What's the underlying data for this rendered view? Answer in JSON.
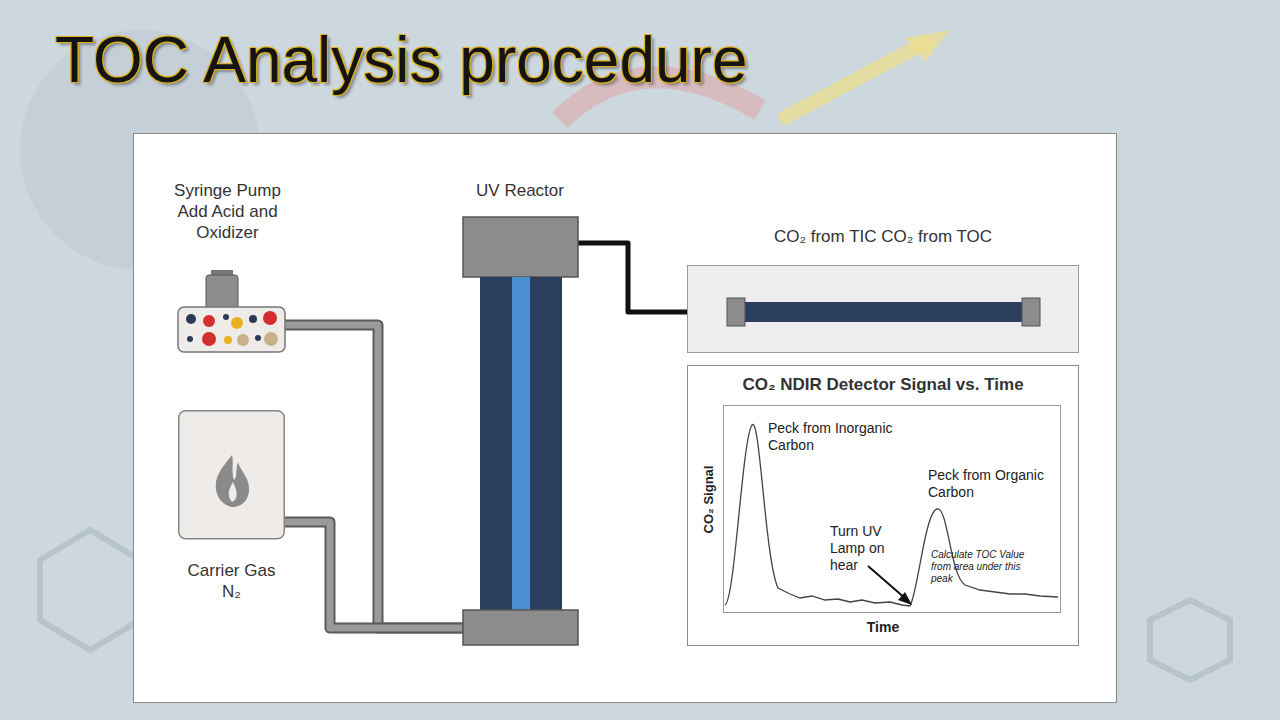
{
  "diagram": {
    "title": "TOC Analysis procedure",
    "nodes": [
      {
        "text": [
          "Syringe Pump Add Acid and Oxidizer"
        ]
      },
      {
        "text": [
          "Carrier Gas N₂"
        ]
      },
      {
        "text": [
          "UV Reactor"
        ]
      },
      {
        "text": [
          "CO₂ from TIC CO₂ from TOC"
        ]
      },
      {
        "text": [
          "CO₂ NDIR Detector Signal vs. Time"
        ]
      }
    ],
    "edges": [
      {
        "from": 0,
        "to": 2,
        "arrow": "none"
      },
      {
        "from": 1,
        "to": 2,
        "arrow": "none"
      },
      {
        "from": 2,
        "to": 3,
        "arrow": "none"
      }
    ],
    "labels": [
      "Peck from Inorganic Carbon",
      "Peck from Organic Carbon",
      "Turn UV Lamp on hear",
      "Calculate TOC Value from area under this peak",
      "CO₂ Signal",
      "Time"
    ]
  }
}
